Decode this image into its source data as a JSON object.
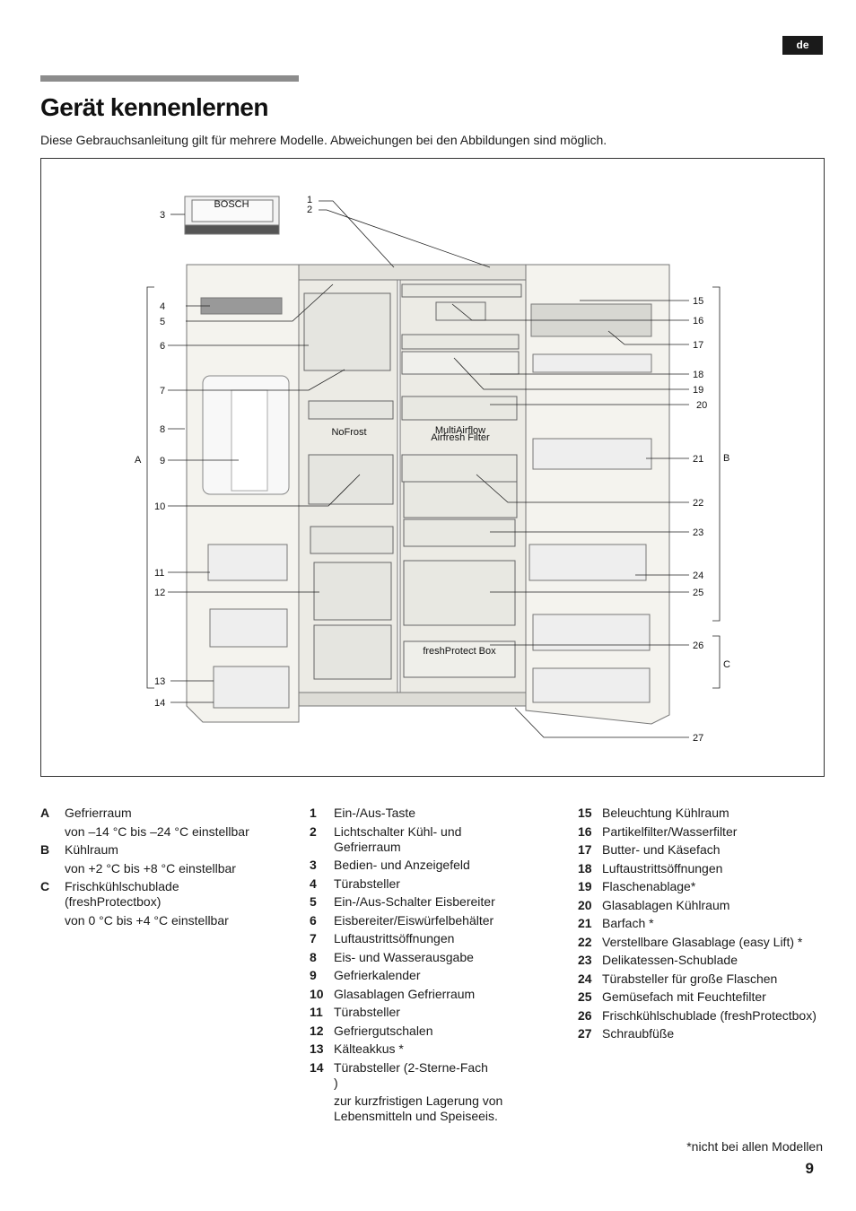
{
  "page": {
    "language_badge": "de",
    "title": "Gerät kennenlernen",
    "intro": "Diese Gebrauchsanleitung gilt für mehrere Modelle. Abweichungen bei den Abbildungen sind möglich.",
    "footnote": "*nicht bei allen Modellen",
    "page_number": "9"
  },
  "figure": {
    "control_panel_brand": "BOSCH",
    "freezer_brand_label": "NoFrost",
    "fridge_label_1": "MultiAirflow",
    "fridge_label_2": "Airfresh Filter",
    "drawer_label": "freshProtect Box",
    "callouts": {
      "c1": "1",
      "c2": "2",
      "c3": "3",
      "c4": "4",
      "c5": "5",
      "c6": "6",
      "c7": "7",
      "c8": "8",
      "c9": "9",
      "c10": "10",
      "c11": "11",
      "c12": "12",
      "c13": "13",
      "c14": "14",
      "c15": "15",
      "c16": "16",
      "c17": "17",
      "c18": "18",
      "c19": "19",
      "c20": "20",
      "c21": "21",
      "c22": "22",
      "c23": "23",
      "c24": "24",
      "c25": "25",
      "c26": "26",
      "c27": "27",
      "A": "A",
      "B": "B",
      "C": "C"
    }
  },
  "legend": {
    "zones": [
      {
        "key": "A",
        "text": "Gefrierraum",
        "note": "von –14 °C bis –24 °C einstellbar"
      },
      {
        "key": "B",
        "text": "Kühlraum",
        "note": "von +2 °C bis +8 °C einstellbar"
      },
      {
        "key": "C",
        "text": "Frischkühlschublade (freshProtectbox)",
        "note": "von 0 °C bis +4 °C einstellbar"
      }
    ],
    "parts_1": [
      {
        "key": "1",
        "text": "Ein-/Aus-Taste"
      },
      {
        "key": "2",
        "text": "Lichtschalter Kühl- und Gefrierraum"
      },
      {
        "key": "3",
        "text": "Bedien- und Anzeigefeld"
      },
      {
        "key": "4",
        "text": "Türabsteller"
      },
      {
        "key": "5",
        "text": "Ein-/Aus-Schalter Eisbereiter"
      },
      {
        "key": "6",
        "text": "Eisbereiter/Eiswürfelbehälter"
      },
      {
        "key": "7",
        "text": "Luftaustrittsöffnungen"
      },
      {
        "key": "8",
        "text": "Eis- und Wasserausgabe"
      },
      {
        "key": "9",
        "text": "Gefrierkalender"
      },
      {
        "key": "10",
        "text": "Glasablagen Gefrierraum"
      },
      {
        "key": "11",
        "text": "Türabsteller"
      },
      {
        "key": "12",
        "text": "Gefriergutschalen"
      },
      {
        "key": "13",
        "text": "Kälteakkus *"
      },
      {
        "key": "14",
        "text": "Türabsteller (2-Sterne-Fach )",
        "note": "zur kurzfristigen Lagerung von Lebensmitteln und Speiseeis."
      }
    ],
    "parts_2": [
      {
        "key": "15",
        "text": "Beleuchtung Kühlraum"
      },
      {
        "key": "16",
        "text": "Partikelfilter/Wasserfilter"
      },
      {
        "key": "17",
        "text": "Butter- und Käsefach"
      },
      {
        "key": "18",
        "text": "Luftaustrittsöffnungen"
      },
      {
        "key": "19",
        "text": "Flaschenablage*"
      },
      {
        "key": "20",
        "text": "Glasablagen Kühlraum"
      },
      {
        "key": "21",
        "text": "Barfach *"
      },
      {
        "key": "22",
        "text": "Verstellbare Glasablage (easy Lift) *"
      },
      {
        "key": "23",
        "text": "Delikatessen-Schublade"
      },
      {
        "key": "24",
        "text": "Türabsteller für große Flaschen"
      },
      {
        "key": "25",
        "text": "Gemüsefach mit Feuchtefilter"
      },
      {
        "key": "26",
        "text": "Frischkühlschublade (freshProtectbox)"
      },
      {
        "key": "27",
        "text": "Schraubfüße"
      }
    ]
  }
}
